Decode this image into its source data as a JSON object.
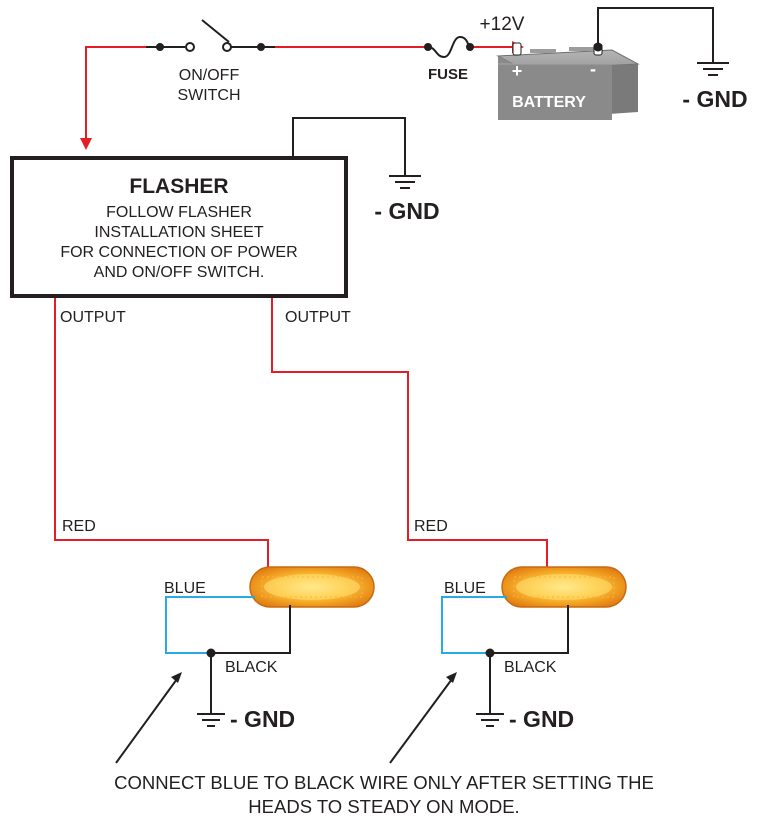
{
  "switch": {
    "label_line1": "ON/OFF",
    "label_line2": "SWITCH"
  },
  "fuse": {
    "label": "FUSE"
  },
  "battery": {
    "voltage": "+12V",
    "label": "BATTERY",
    "plus": "+",
    "minus": "-"
  },
  "ground": {
    "label": "- GND"
  },
  "flasher": {
    "title": "FLASHER",
    "lines": [
      "FOLLOW FLASHER",
      "INSTALLATION SHEET",
      "FOR CONNECTION OF POWER",
      "AND ON/OFF SWITCH."
    ],
    "output_label": "OUTPUT"
  },
  "wires": {
    "red": "RED",
    "blue": "BLUE",
    "black": "BLACK"
  },
  "note": {
    "line1": "CONNECT BLUE TO BLACK WIRE ONLY AFTER SETTING THE",
    "line2": "HEADS TO STEADY ON MODE."
  },
  "colors": {
    "red_wire": "#e31e24",
    "blue_wire": "#29abe2",
    "black_wire": "#231f20",
    "battery_body": "#8a8a8a",
    "led_amber": "#f7a21b"
  }
}
